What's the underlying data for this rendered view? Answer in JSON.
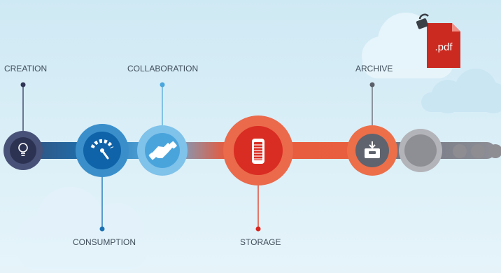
{
  "stages": {
    "creation": {
      "label": "CREATION",
      "icon": "lightbulb-icon",
      "color": "#3d4467"
    },
    "consumption": {
      "label": "CONSUMPTION",
      "icon": "speedometer-icon",
      "color": "#1e78b8"
    },
    "collaboration": {
      "label": "COLLABORATION",
      "icon": "handshake-icon",
      "color": "#5aaede"
    },
    "storage": {
      "label": "STORAGE",
      "icon": "storage-container-icon",
      "color": "#e4432b"
    },
    "archive": {
      "label": "ARCHIVE",
      "icon": "archive-box-icon",
      "color": "#6a6e78"
    },
    "continuation": {
      "icon": "ellipsis-icon",
      "color": "#8e8e95"
    }
  },
  "document_badge": {
    "text": ".pdf",
    "icon": "padlock-icon",
    "color": "#c9281f"
  }
}
